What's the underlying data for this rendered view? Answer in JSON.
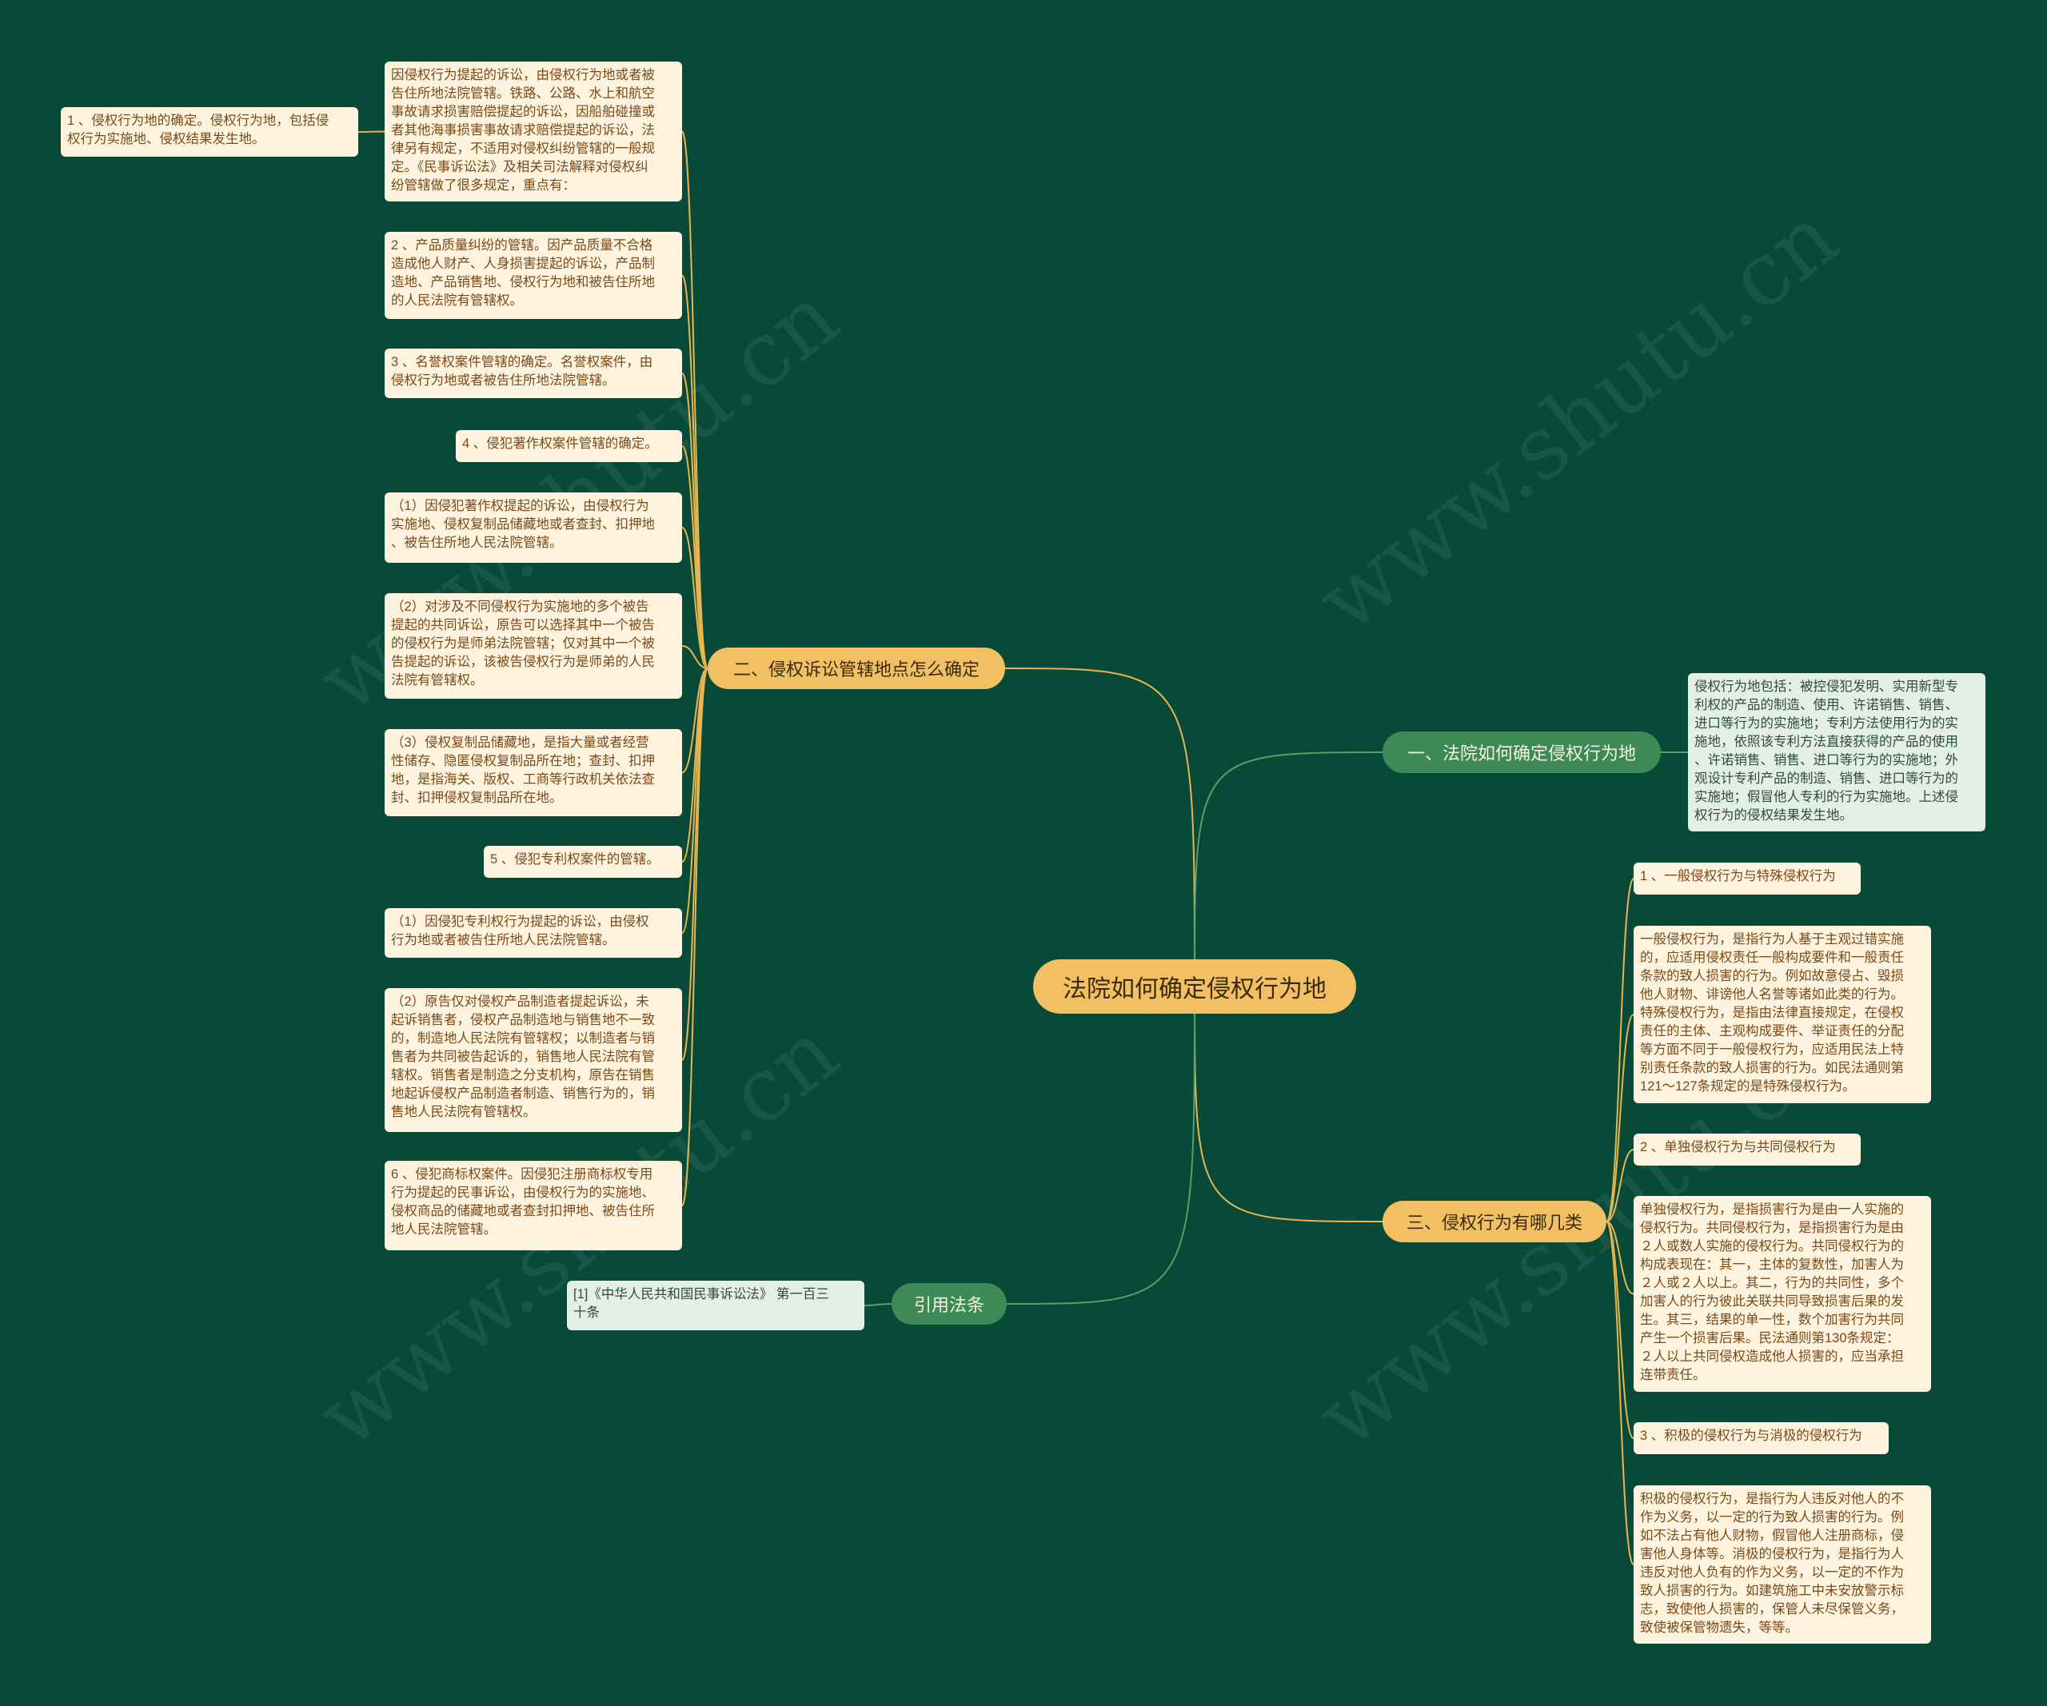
{
  "root": {
    "label": "法院如何确定侵权行为地"
  },
  "branches": {
    "b1": {
      "label": "一、法院如何确定侵权行为地"
    },
    "b2": {
      "label": "二、侵权诉讼管辖地点怎么确定"
    },
    "b3": {
      "label": "三、侵权行为有哪几类"
    },
    "b4": {
      "label": "引用法条"
    }
  },
  "leaves": {
    "l1": "因侵权行为提起的诉讼，由侵权行为地或者被\n告住所地法院管辖。铁路、公路、水上和航空\n事故请求损害赔偿提起的诉讼，因船舶碰撞或\n者其他海事损害事故请求赔偿提起的诉讼，法\n律另有规定，不适用对侵权纠纷管辖的一般规\n定。《民事诉讼法》及相关司法解释对侵权纠\n纷管辖做了很多规定，重点有：",
    "l1a": "1 、侵权行为地的确定。侵权行为地，包括侵\n权行为实施地、侵权结果发生地。",
    "l2": "2 、产品质量纠纷的管辖。因产品质量不合格\n造成他人财产、人身损害提起的诉讼，产品制\n造地、产品销售地、侵权行为地和被告住所地\n的人民法院有管辖权。",
    "l3": "3 、名誉权案件管辖的确定。名誉权案件，由\n侵权行为地或者被告住所地法院管辖。",
    "l4": "4 、侵犯著作权案件管辖的确定。",
    "l5": "（1）因侵犯著作权提起的诉讼，由侵权行为\n实施地、侵权复制品储藏地或者查封、扣押地\n、被告住所地人民法院管辖。",
    "l6": "（2）对涉及不同侵权行为实施地的多个被告\n提起的共同诉讼，原告可以选择其中一个被告\n的侵权行为是师弟法院管辖；仅对其中一个被\n告提起的诉讼，该被告侵权行为是师弟的人民\n法院有管辖权。",
    "l7": "（3）侵权复制品储藏地，是指大量或者经营\n性储存、隐匿侵权复制品所在地；查封、扣押\n地，是指海关、版权、工商等行政机关依法查\n封、扣押侵权复制品所在地。",
    "l8": "5 、侵犯专利权案件的管辖。",
    "l9": "（1）因侵犯专利权行为提起的诉讼，由侵权\n行为地或者被告住所地人民法院管辖。",
    "l10": "（2）原告仅对侵权产品制造者提起诉讼，未\n起诉销售者，侵权产品制造地与销售地不一致\n的，制造地人民法院有管辖权；以制造者与销\n售者为共同被告起诉的，销售地人民法院有管\n辖权。销售者是制造之分支机构，原告在销售\n地起诉侵权产品制造者制造、销售行为的，销\n售地人民法院有管辖权。",
    "l11": "6 、侵犯商标权案件。因侵犯注册商标权专用\n行为提起的民事诉讼，由侵权行为的实施地、\n侵权商品的储藏地或者查封扣押地、被告住所\n地人民法院管辖。",
    "r1": "侵权行为地包括：被控侵犯发明、实用新型专\n利权的产品的制造、使用、许诺销售、销售、\n进口等行为的实施地；专利方法使用行为的实\n施地，依照该专利方法直接获得的产品的使用\n、许诺销售、销售、进口等行为的实施地；外\n观设计专利产品的制造、销售、进口等行为的\n实施地；假冒他人专利的行为实施地。上述侵\n权行为的侵权结果发生地。",
    "r2": "1 、一般侵权行为与特殊侵权行为",
    "r3": "一般侵权行为，是指行为人基于主观过错实施\n的，应适用侵权责任一般构成要件和一般责任\n条款的致人损害的行为。例如故意侵占、毁损\n他人财物、诽谤他人名誉等诸如此类的行为。\n特殊侵权行为，是指由法律直接规定，在侵权\n责任的主体、主观构成要件、举证责任的分配\n等方面不同于一般侵权行为，应适用民法上特\n别责任条款的致人损害的行为。如民法通则第\n121～127条规定的是特殊侵权行为。",
    "r4": "2 、单独侵权行为与共同侵权行为",
    "r5": "单独侵权行为，是指损害行为是由一人实施的\n侵权行为。共同侵权行为，是指损害行为是由\n２人或数人实施的侵权行为。共同侵权行为的\n构成表现在：其一，主体的复数性，加害人为\n２人或２人以上。其二，行为的共同性，多个\n加害人的行为彼此关联共同导致损害后果的发\n生。其三，结果的单一性，数个加害行为共同\n产生一个损害后果。民法通则第130条规定：\n２人以上共同侵权造成他人损害的，应当承担\n连带责任。",
    "r6": "3 、积极的侵权行为与消极的侵权行为",
    "r7": "积极的侵权行为，是指行为人违反对他人的不\n作为义务，以一定的行为致人损害的行为。例\n如不法占有他人财物，假冒他人注册商标，侵\n害他人身体等。消极的侵权行为，是指行为人\n违反对他人负有的作为义务，以一定的不作为\n致人损害的行为。如建筑施工中未安放警示标\n志，致使他人损害的，保管人未尽保管义务，\n致使被保管物遗失，等等。",
    "ref": "[1]《中华人民共和国民事诉讼法》 第一百三\n十条"
  },
  "colors": {
    "background": "#074a38",
    "orange": "#f2c062",
    "green": "#3e8a56",
    "leaf": "#fdf3df",
    "leaf_mint": "#e3efe6",
    "line_orange": "#e8b550",
    "line_green": "#5e9c6a"
  }
}
